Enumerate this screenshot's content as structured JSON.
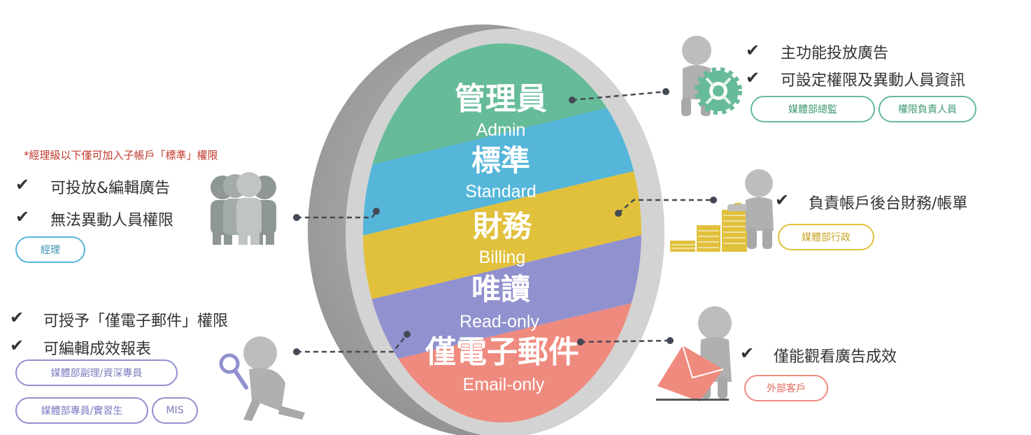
{
  "tiers": [
    {
      "zh": "管理員",
      "en": "Admin",
      "color": "#66bb98"
    },
    {
      "zh": "標準",
      "en": "Standard",
      "color": "#55b6d9"
    },
    {
      "zh": "財務",
      "en": "Billing",
      "color": "#e1c03c"
    },
    {
      "zh": "唯讀",
      "en": "Read-only",
      "color": "#9191cf"
    },
    {
      "zh": "僅電子郵件",
      "en": "Email-only",
      "color": "#ef8a7e"
    }
  ],
  "check_mark": "✔",
  "admin": {
    "bullets": [
      "主功能投放廣告",
      "可設定權限及異動人員資訊"
    ],
    "roles": [
      "媒體部總監",
      "權限負責人員"
    ],
    "color": "#66bb98",
    "icon": "gear-person-icon"
  },
  "standard": {
    "note": "*經理級以下僅可加入子帳戶「標準」權限",
    "bullets": [
      "可投放&編輯廣告",
      "無法異動人員權限"
    ],
    "roles": [
      "經理"
    ],
    "color": "#55b6d9",
    "icon": "group-people-icon"
  },
  "billing": {
    "bullets": [
      "負責帳戶後台財務/帳單"
    ],
    "roles": [
      "媒體部行政"
    ],
    "color": "#e1c03c",
    "icon": "coins-person-icon"
  },
  "readonly": {
    "bullets": [
      "可授予「僅電子郵件」權限",
      "可編輯成效報表"
    ],
    "roles": [
      "媒體部副理/資深專員",
      "媒體部專員/實習生",
      "MIS"
    ],
    "color": "#9191cf",
    "icon": "magnifier-person-icon"
  },
  "email": {
    "bullets": [
      "僅能觀看廣告成效"
    ],
    "roles": [
      "外部客戶"
    ],
    "color": "#ef8a7e",
    "icon": "envelope-person-icon"
  }
}
